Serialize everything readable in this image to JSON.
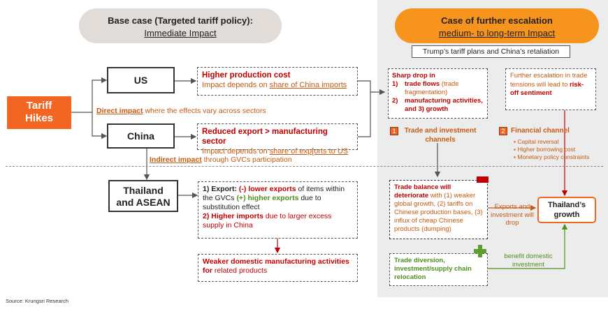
{
  "left_header": {
    "title": "Base case (Targeted tariff policy):",
    "subtitle": "Immediate Impact"
  },
  "right_header": {
    "title": "Case of further escalation",
    "subtitle": "medium- to long-term Impact"
  },
  "right_subtitle_box": "Trump’s tariff plans and China’s retaliation",
  "tariff_box": {
    "line1": "Tariff",
    "line2": "Hikes"
  },
  "direct_impact": {
    "underlined": "Direct impact",
    "rest": " where the effects vary across sectors"
  },
  "indirect_impact": {
    "underlined": "Indirect impact",
    "rest": " through GVCs participation"
  },
  "nodes": {
    "us": "US",
    "china": "China",
    "thailand_line1": "Thailand",
    "thailand_line2": "and ASEAN"
  },
  "us_box": {
    "title": "Higher production cost",
    "text": "Impact depends on ",
    "link": "share of China imports"
  },
  "china_box": {
    "title": "Reduced export > manufacturing sector",
    "text": "Impact depends on ",
    "link": "share of exp[orts to US"
  },
  "thailand_box": {
    "p1_a": "1) Export: ",
    "p1_b": "(-) lower exports",
    "p1_c": " of items within the GVCs ",
    "p1_d": "(+) higher exports",
    "p1_e": " due to substitution effect",
    "p2_a": "2) Higher imports",
    "p2_b": " due to larger excess supply in China"
  },
  "weaker_box": {
    "a": "Weaker domestic manufacturing activities ",
    "b": "for",
    "c": " related products"
  },
  "sharp_drop": {
    "l1": "Sharp drop in",
    "i1_num": "1)",
    "i1_a": "trade flows",
    "i1_b": " (trade fragmentation)",
    "i2_num": "2)",
    "i2_a": "manufacturing activities, and 3) growth"
  },
  "escalation_box": {
    "a": "Further escalation in trade tensions will lead to ",
    "b": "risk-off sentiment"
  },
  "channel1": {
    "num": "1",
    "label": "Trade and investment channels"
  },
  "channel2": {
    "num": "2",
    "label": "Financial channel",
    "bullets": [
      "Capital reversal",
      "Higher borrowing cost",
      "Monetary policy constraints"
    ]
  },
  "trade_balance_box": {
    "a": "Trade balance will deteriorate",
    "b": " with (1) weaker global growth, (2) tariffs on Chinese production bases, (3) influx of cheap Chinese products (dumping)"
  },
  "trade_diversion_box": "Trade diversion, investment/supply chain relocation",
  "exports_label": "Exports and investment will drop",
  "benefit_label": "benefit domestic investment",
  "growth_box": {
    "line1": "Thailand’s",
    "line2": "growth"
  },
  "source": "Source: Krungsri Research",
  "colors": {
    "orange": "#f26522",
    "pill_orange": "#f7941d",
    "red": "#c00000",
    "green": "#4e8f1e",
    "text_orange": "#c55a11"
  }
}
